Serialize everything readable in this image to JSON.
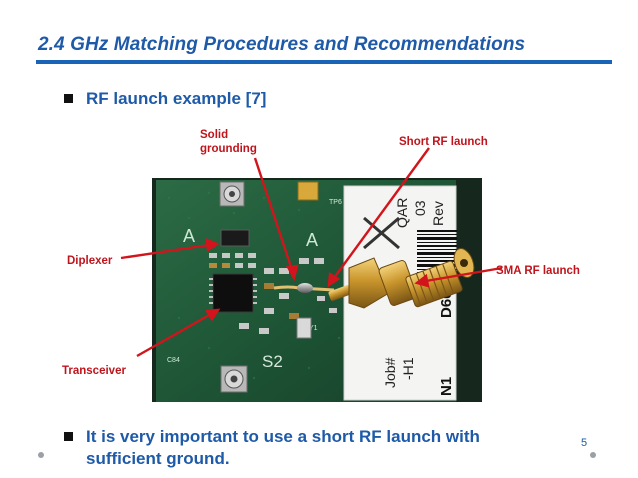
{
  "slide": {
    "title": "2.4 GHz Matching Procedures and Recommendations",
    "bullet_1": "RF launch example [7]",
    "bullet_2_line1": "It is very important to use a short RF launch with",
    "bullet_2_line2": "sufficient ground.",
    "page_number": "5"
  },
  "figure": {
    "callouts": {
      "solid_grounding_line1": "Solid",
      "solid_grounding_line2": "grounding",
      "short_rf_launch": "Short RF launch",
      "diplexer": "Diplexer",
      "sma_rf_launch": "SMA RF launch",
      "transceiver": "Transceiver"
    },
    "board_text": {
      "silk_a_left": "A",
      "silk_a_mid": "A",
      "silk_s2": "S2",
      "silk_tp6": "TP6",
      "silk_c84": "C84",
      "silk_y1": "Y1",
      "label_text_1": "QAR",
      "label_text_2": "03",
      "label_text_3": "Rev",
      "label_text_4": "Job#",
      "label_text_5": "-H1",
      "label_text_6": "N1",
      "label_text_7": "D60L"
    }
  },
  "colors": {
    "title": "#1e5aa8",
    "rule": "#1a64b8",
    "callout": "#c0141c",
    "pcb": "#1f5a38"
  }
}
